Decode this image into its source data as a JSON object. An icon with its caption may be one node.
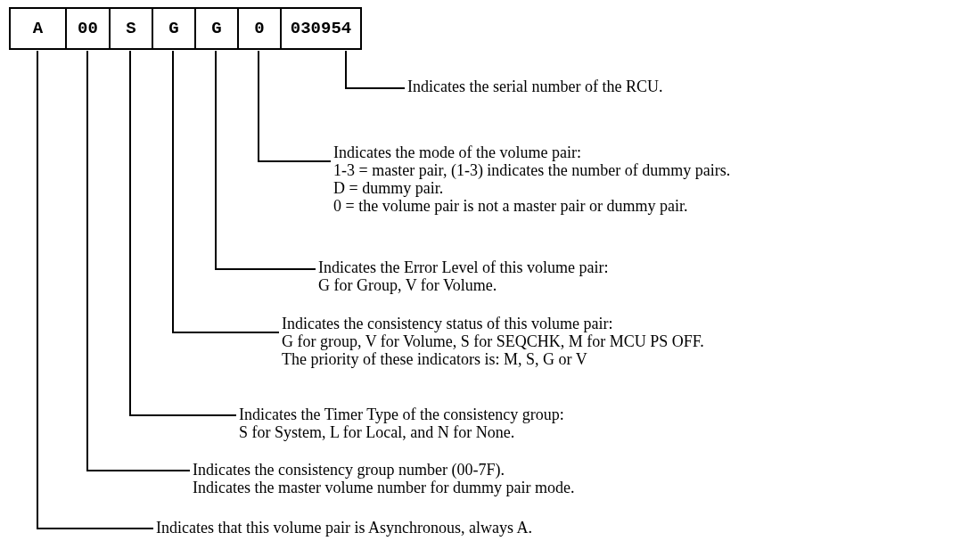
{
  "diagram": {
    "nodes": [
      {
        "text": [
          "A"
        ]
      },
      {
        "text": [
          "00"
        ]
      },
      {
        "text": [
          "S"
        ]
      },
      {
        "text": [
          "G"
        ]
      },
      {
        "text": [
          "G"
        ]
      },
      {
        "text": [
          "0"
        ]
      },
      {
        "text": [
          "030954"
        ]
      },
      {
        "text": [
          "Indicates the serial number of the RCU."
        ]
      },
      {
        "text": [
          "Indicates the mode of the volume pair:",
          "1-3 = master pair, (1-3) indicates the number of dummy pairs.",
          "D = dummy pair.",
          "0 = the volume pair is not a master pair or dummy pair."
        ]
      },
      {
        "text": [
          "Indicates the Error Level of this volume pair:",
          "G for Group, V for Volume."
        ]
      },
      {
        "text": [
          "Indicates the consistency status of this volume pair:",
          "G for group, V for Volume, S for SEQCHK, M for MCU PS OFF.",
          "The priority of these indicators is: M, S, G or V"
        ]
      },
      {
        "text": [
          "Indicates the Timer Type of the consistency group:",
          "S for System, L for Local, and N for None."
        ]
      },
      {
        "text": [
          "Indicates the consistency group number (00-7F).",
          "Indicates the master volume number for dummy pair mode."
        ]
      },
      {
        "text": [
          "Indicates that this volume pair is Asynchronous, always A."
        ]
      }
    ],
    "edges": [
      {
        "from": 7,
        "to": 6,
        "arrow": "none"
      },
      {
        "from": 8,
        "to": 5,
        "arrow": "none"
      },
      {
        "from": 9,
        "to": 4,
        "arrow": "none"
      },
      {
        "from": 10,
        "to": 3,
        "arrow": "none"
      },
      {
        "from": 11,
        "to": 2,
        "arrow": "none"
      },
      {
        "from": 12,
        "to": 1,
        "arrow": "none"
      },
      {
        "from": 13,
        "to": 0,
        "arrow": "none"
      }
    ]
  }
}
